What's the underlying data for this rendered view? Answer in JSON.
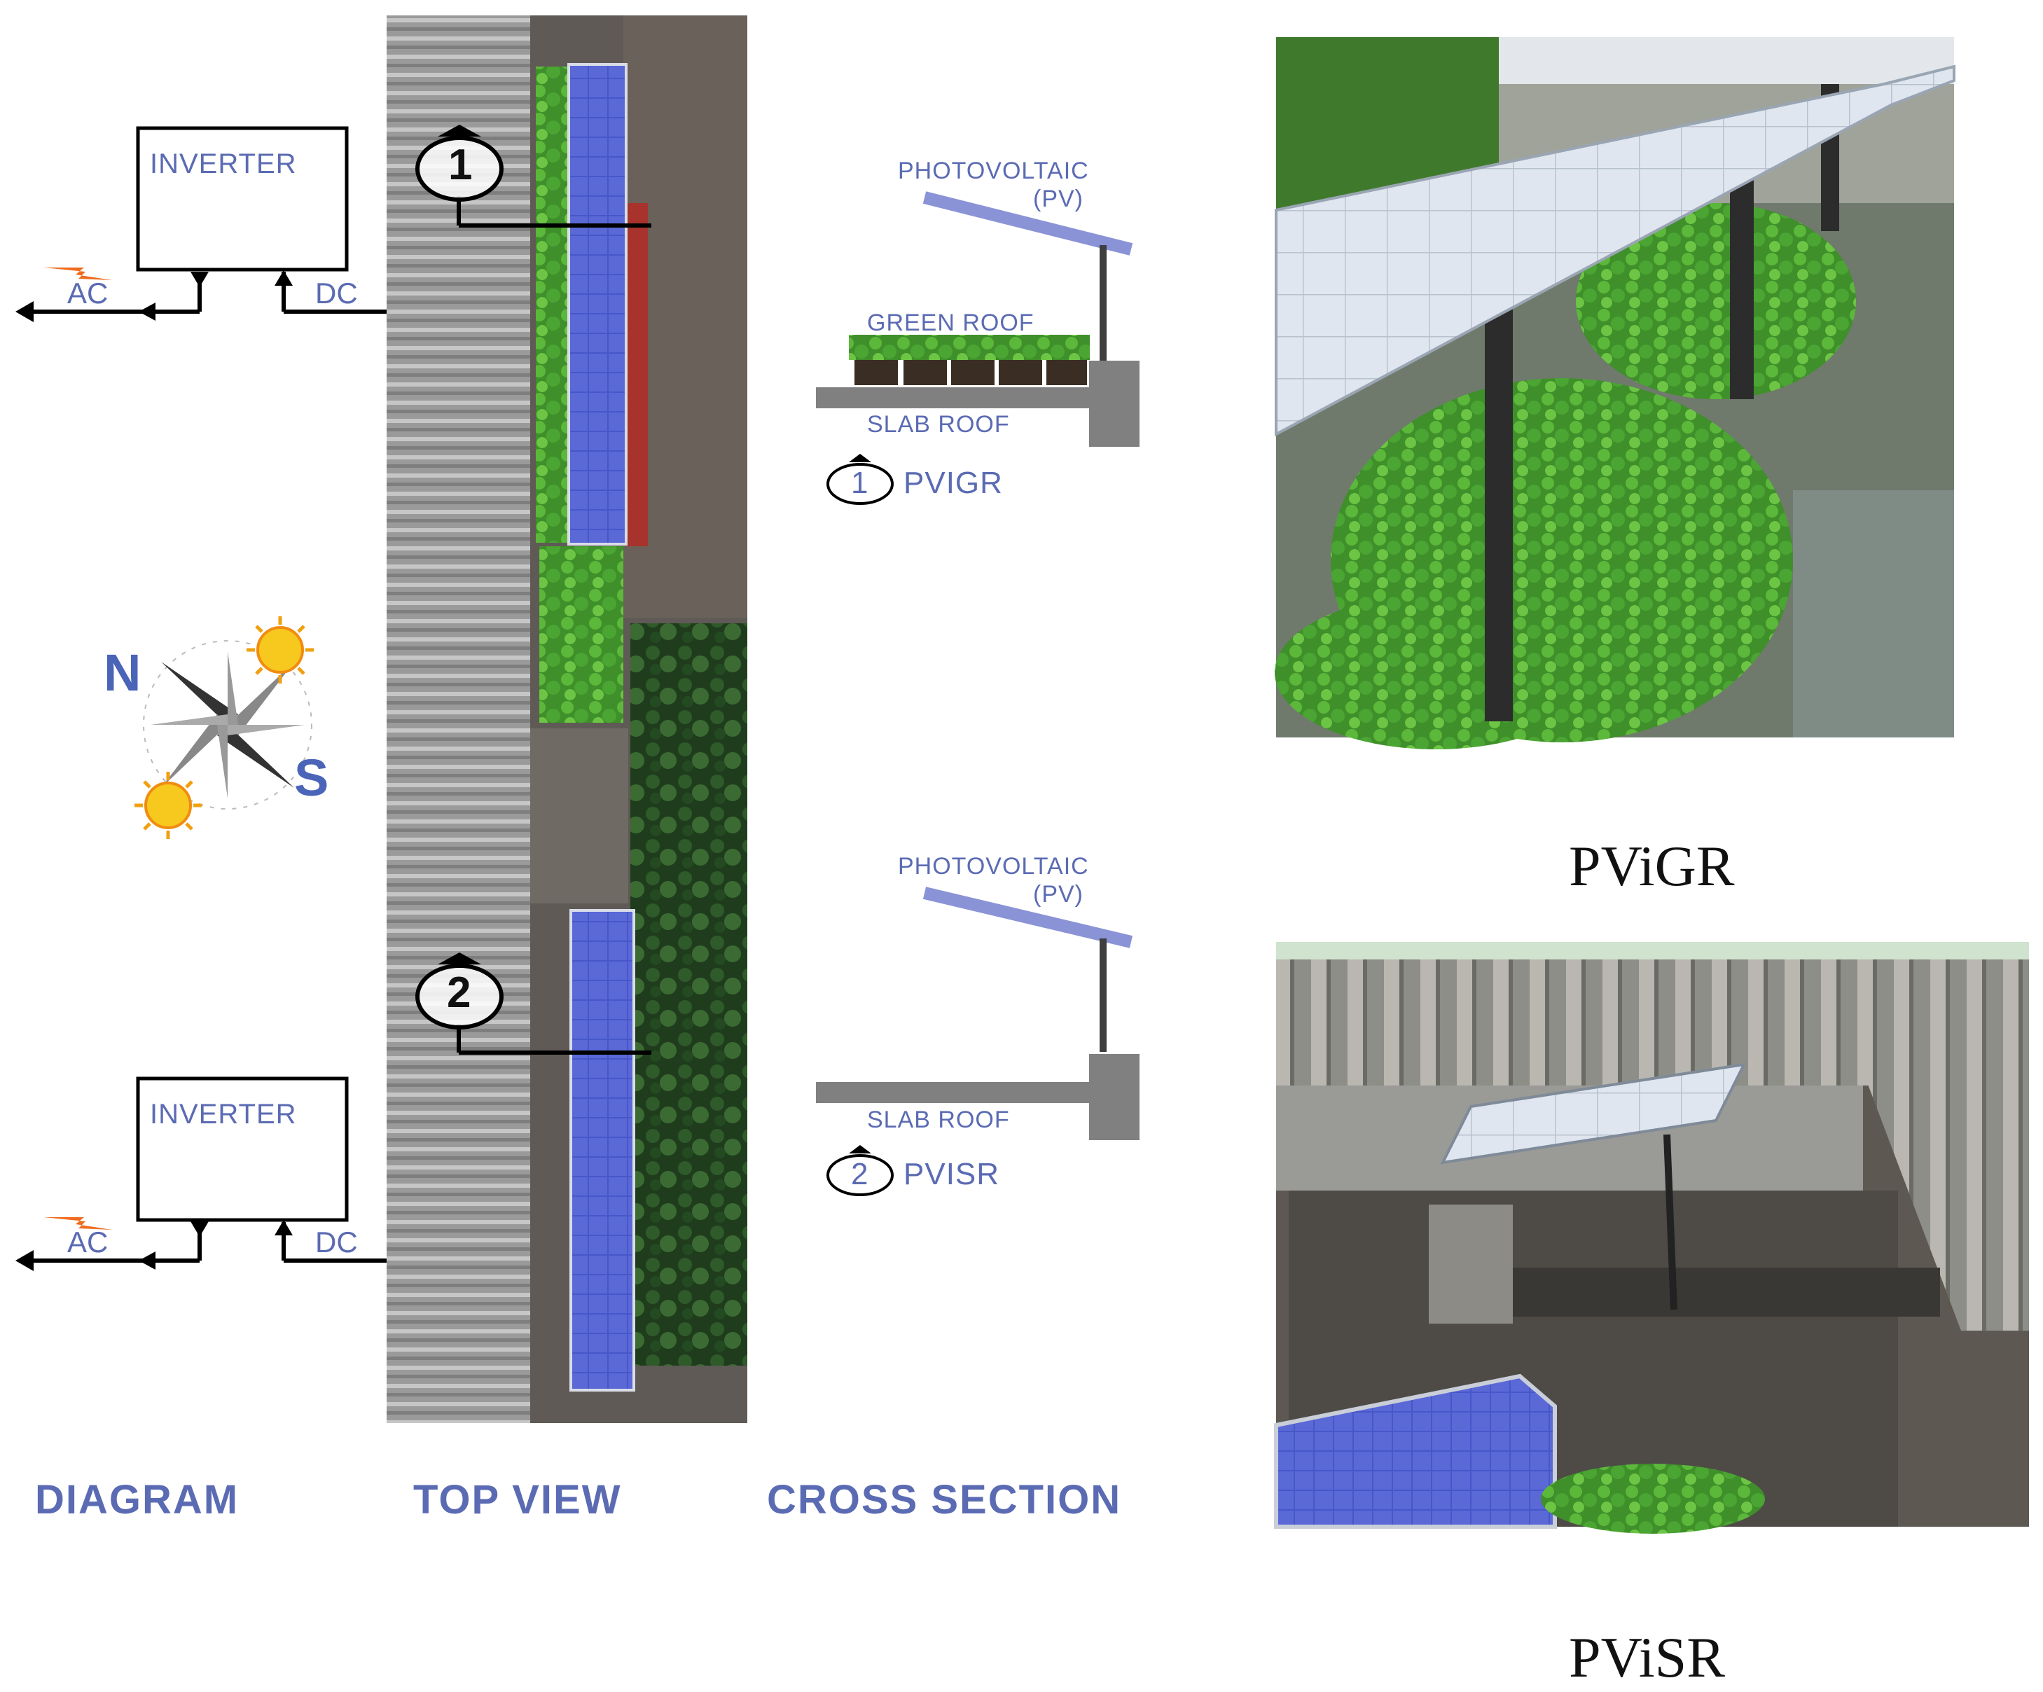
{
  "colors": {
    "label_blue": "#5b6bb3",
    "pv_blue": "#3b4fc7",
    "slab_gray": "#808080",
    "plant_green": "#4caf32",
    "ac_orange": "#ef6c1f",
    "sun_yellow": "#f7c81e"
  },
  "diagram": {
    "systems": [
      {
        "inverter_label": "INVERTER",
        "ac_label": "AC",
        "dc_label": "DC",
        "marker": "1"
      },
      {
        "inverter_label": "INVERTER",
        "ac_label": "AC",
        "dc_label": "DC",
        "marker": "2"
      }
    ],
    "compass": {
      "north": "N",
      "south": "S"
    }
  },
  "cross_sections": [
    {
      "pv_label_line1": "PHOTOVOLTAIC",
      "pv_label_line2": "(PV)",
      "green_roof_label": "GREEN ROOF",
      "slab_label": "SLAB ROOF",
      "tag_number": "1",
      "tag_name": "PVIGR"
    },
    {
      "pv_label_line1": "PHOTOVOLTAIC",
      "pv_label_line2": "(PV)",
      "slab_label": "SLAB ROOF",
      "tag_number": "2",
      "tag_name": "PVISR"
    }
  ],
  "section_titles": {
    "diagram": "DIAGRAM",
    "top_view": "TOP VIEW",
    "cross_section": "CROSS SECTION"
  },
  "photos": [
    {
      "caption": "PViGR"
    },
    {
      "caption": "PViSR"
    }
  ]
}
